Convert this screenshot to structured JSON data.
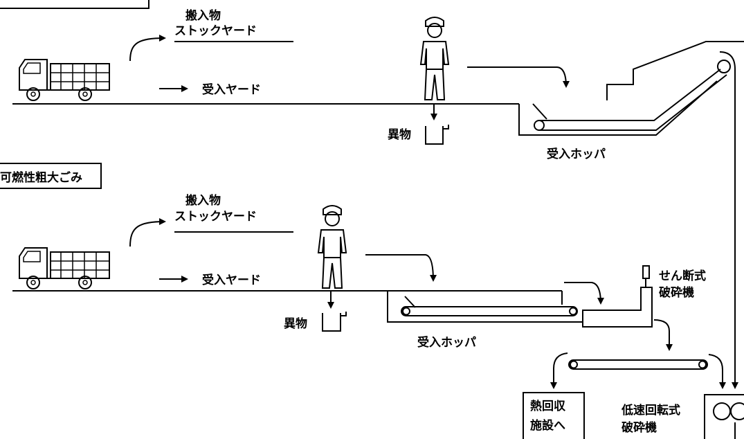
{
  "top_section": {
    "stock_yard_line1": "搬入物",
    "stock_yard_line2": "ストックヤード",
    "receiving_yard": "受入ヤード",
    "foreign_matter": "異物",
    "receiving_hopper": "受入ホッパ"
  },
  "bottom_section": {
    "category_label": "可燃性粗大ごみ",
    "stock_yard_line1": "搬入物",
    "stock_yard_line2": "ストックヤード",
    "receiving_yard": "受入ヤード",
    "foreign_matter": "異物",
    "receiving_hopper": "受入ホッパ",
    "shear_crusher_line1": "せん断式",
    "shear_crusher_line2": "破砕機",
    "heat_recovery_line1": "熱回収",
    "heat_recovery_line2": "施設へ",
    "low_speed_crusher_line1": "低速回転式",
    "low_speed_crusher_line2": "破砕機"
  }
}
